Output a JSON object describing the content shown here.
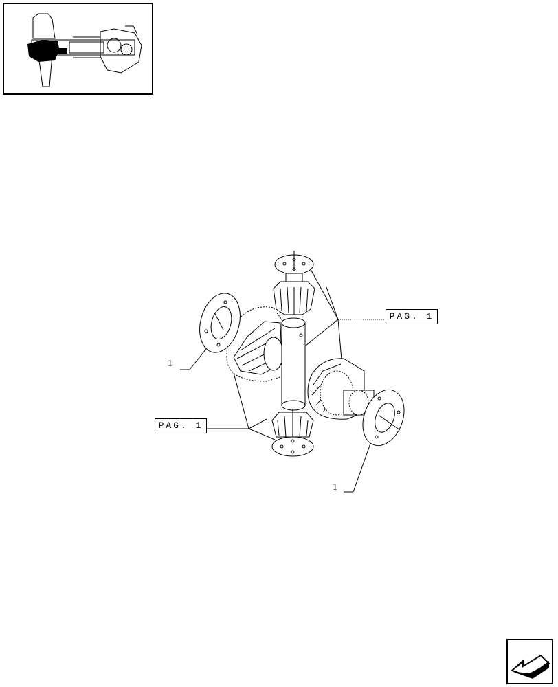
{
  "references": {
    "page_ref_right": "PAG. 1",
    "page_ref_left": "PAG. 1"
  },
  "callouts": {
    "item_left": "1",
    "item_bottom": "1"
  },
  "icons": {
    "thumbnail": "axle-assembly-thumbnail",
    "navigation": "previous-page-arrow-icon"
  }
}
